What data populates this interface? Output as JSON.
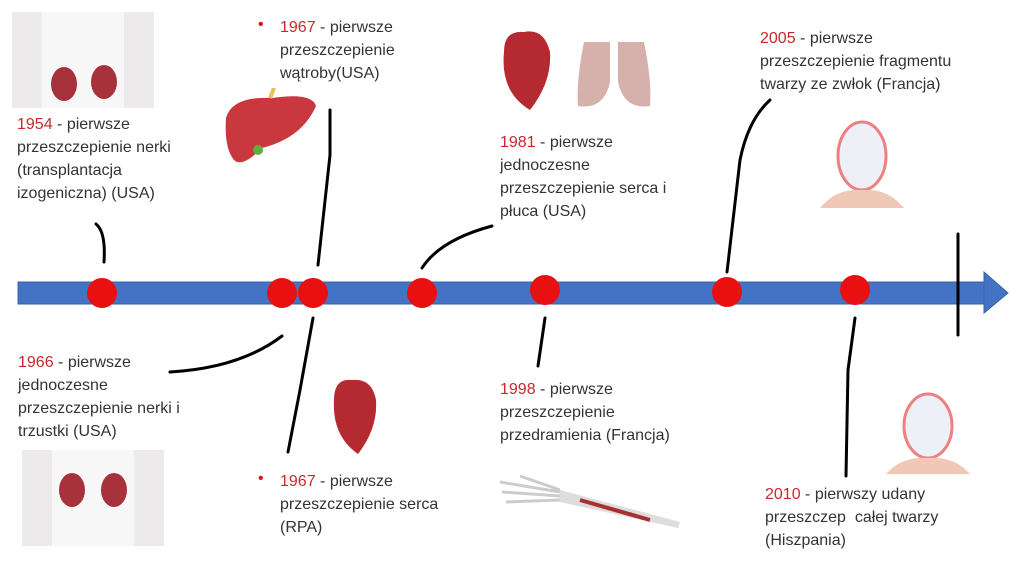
{
  "events": [
    {
      "year": "1954",
      "text": " - pierwsze",
      "lines": [
        "przeszczepienie nerki",
        "(transplantacja",
        "izogeniczna) (USA)"
      ]
    },
    {
      "year": "1967",
      "text": " - pierwsze",
      "lines": [
        "przeszczepienie",
        "wątroby(USA)"
      ]
    },
    {
      "year": "1981",
      "text": " - pierwsze",
      "lines": [
        "jednoczesne",
        "przeszczepienie serca i",
        "płuca (USA)"
      ]
    },
    {
      "year": "2005",
      "text": " - pierwsze",
      "lines": [
        "przeszczepienie fragmentu",
        "twarzy ze zwłok (Francja)"
      ]
    },
    {
      "year": "1966",
      "text": " - pierwsze",
      "lines": [
        "jednoczesne",
        "przeszczepienie nerki i",
        "trzustki (USA)"
      ]
    },
    {
      "year": "1998",
      "text": " - pierwsze",
      "lines": [
        "przeszczepienie",
        "przedramienia (Francja)"
      ]
    },
    {
      "year": "1967",
      "text": " - pierwsze",
      "lines": [
        "przeszczepienie serca",
        "(RPA)"
      ]
    },
    {
      "year": "2010",
      "text": " - pierwszy udany",
      "lines": [
        "przeszczep  całej twarzy",
        "(Hiszpania)"
      ]
    }
  ],
  "bullet": "•",
  "colors": {
    "axis": "#4472C4",
    "marker": "#E81010",
    "year": "#C9282D"
  }
}
